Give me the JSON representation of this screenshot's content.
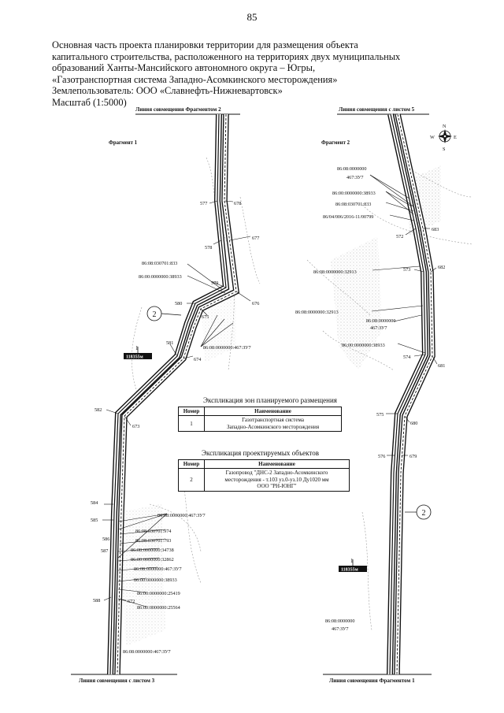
{
  "page_number": "85",
  "title_lines": [
    "Основная часть проекта планировки территории для размещения объекта",
    "капитального строительства, расположенного на территориях двух муниципальных",
    "образований Ханты-Мансийского автономного округа – Югры,",
    "«Газотранспортная система Западно-Асомкинского месторождения»",
    "Землепользователь: ООО «Славнефть-Нижневартовск»",
    "Масштаб (1:5000)"
  ],
  "matchlines": {
    "left_top": "Линия совмещения Фрагментом 2",
    "right_top": "Линия совмещения с листом 5",
    "left_bottom": "Линия совмещения с листом 3",
    "right_bottom": "Линия совмещения Фрагментом 1"
  },
  "fragments": {
    "left": "Фрагмент 1",
    "right": "Фрагмент 2"
  },
  "compass": {
    "n": "N",
    "s": "S",
    "e": "E",
    "w": "W"
  },
  "zone_markers": {
    "left": "2",
    "right": "2"
  },
  "zone_tags": {
    "left": "1",
    "left_tag": "118355м",
    "right": "1",
    "right_tag": "118355м"
  },
  "left_points": [
    "577",
    "578",
    "579",
    "580",
    "581",
    "582",
    "584",
    "585",
    "586",
    "587",
    "588",
    "672",
    "673",
    "674",
    "675",
    "676",
    "677",
    "678"
  ],
  "right_points": [
    "572",
    "573",
    "574",
    "575",
    "576",
    "679",
    "680",
    "681",
    "682",
    "683"
  ],
  "left_cadastral": [
    "86:08:030701:833",
    "86:00:0000000:38933",
    "86:08:0000000:467:ЗУ7",
    "86:08:0000000:467:ЗУ7",
    "86:08:030701:974",
    "86:08:030701:793",
    "86:08:0000000:34738",
    "86:00:0000000:32862",
    "86:08:0000000:467:ЗУ7",
    "86:00:0000000:38933",
    "86:00:0000000:25419",
    "86:00:0000000:25564",
    "86:08:0000000:467:ЗУ7"
  ],
  "right_cadastral": [
    "86:08:0000000",
    "467:ЗУ7",
    "86:00:0000000:38933",
    "86:08:030701:833",
    "86/04/006/2016-11/00799",
    "86:08:0000000:32913",
    "86:08:0000000:32913",
    "86:08:0000000",
    "467:ЗУ7",
    "86:00:0000000:38933",
    "86:08:0000000",
    "467:ЗУ7"
  ],
  "legend_zones": {
    "title": "Экспликация зон планируемого размещения",
    "col_number": "Номер",
    "col_name": "Наименование",
    "rows": [
      {
        "number": "1",
        "name_lines": [
          "Газотранспортная система",
          "Западно-Асомкинского месторождения"
        ]
      }
    ]
  },
  "legend_objects": {
    "title": "Экспликация проектируемых объектов",
    "col_number": "Номер",
    "col_name": "Наименование",
    "rows": [
      {
        "number": "2",
        "name_lines": [
          "Газопровод \"ДНС-2 Западно-Асомкинского",
          "месторождения - т.103 уз.0-уз.10 Ду1020 мм",
          "ООО \"РН-ЮНГ\""
        ]
      }
    ]
  },
  "colors": {
    "ink": "#111111",
    "scan_gray": "#9a9a9a",
    "paper": "#ffffff"
  }
}
